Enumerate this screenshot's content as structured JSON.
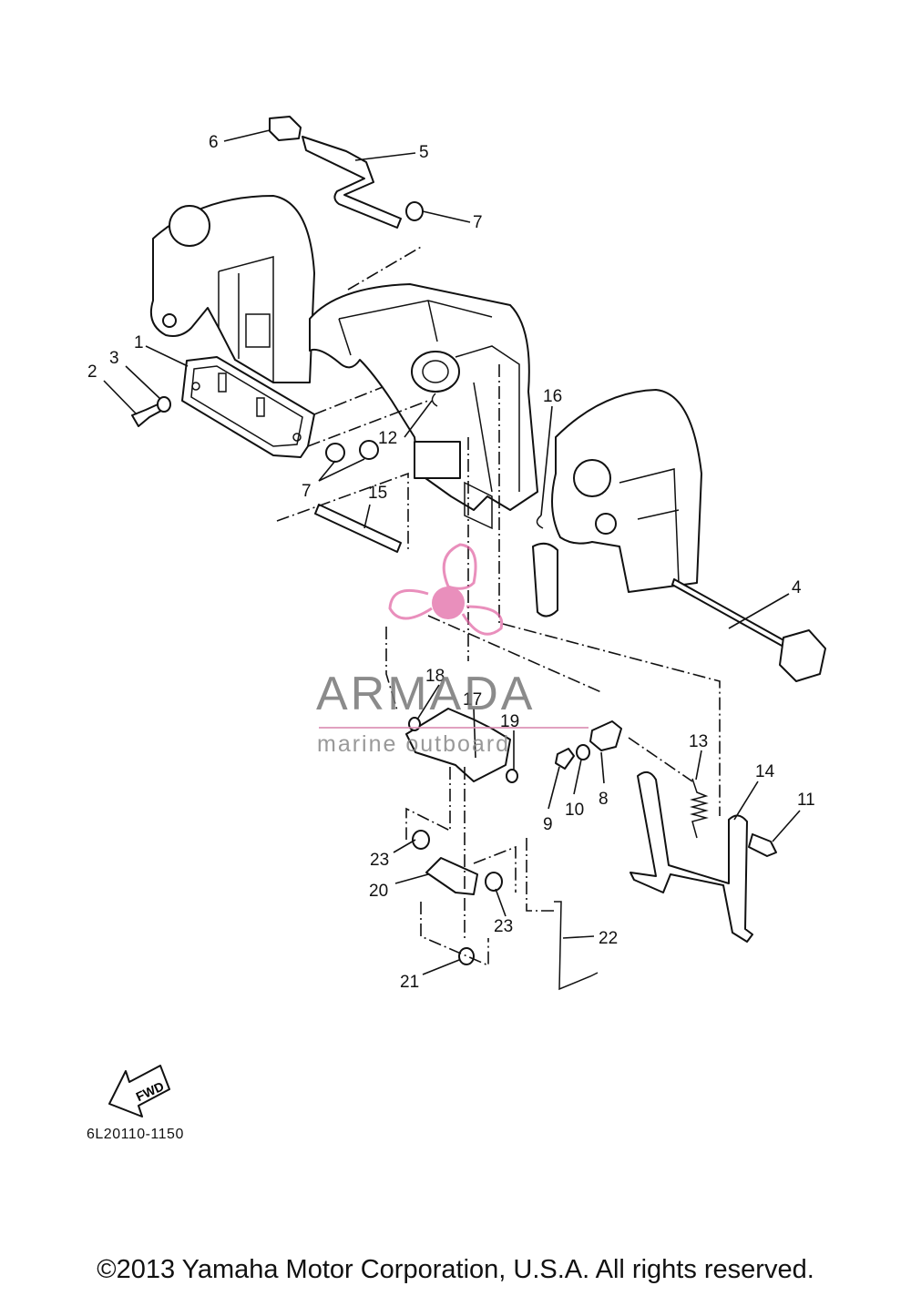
{
  "diagram": {
    "code": "6L20110-1150",
    "copyright": "©2013 Yamaha Motor Corporation, U.S.A. All rights reserved.",
    "fwd_label": "FWD",
    "callouts": [
      "1",
      "2",
      "3",
      "4",
      "5",
      "6",
      "7",
      "7",
      "8",
      "9",
      "10",
      "11",
      "12",
      "13",
      "14",
      "15",
      "16",
      "17",
      "18",
      "19",
      "20",
      "21",
      "22",
      "23",
      "23"
    ]
  },
  "watermark": {
    "name": "ARMADA",
    "tagline": "marine outboard",
    "accent_color": "#e060a0"
  }
}
